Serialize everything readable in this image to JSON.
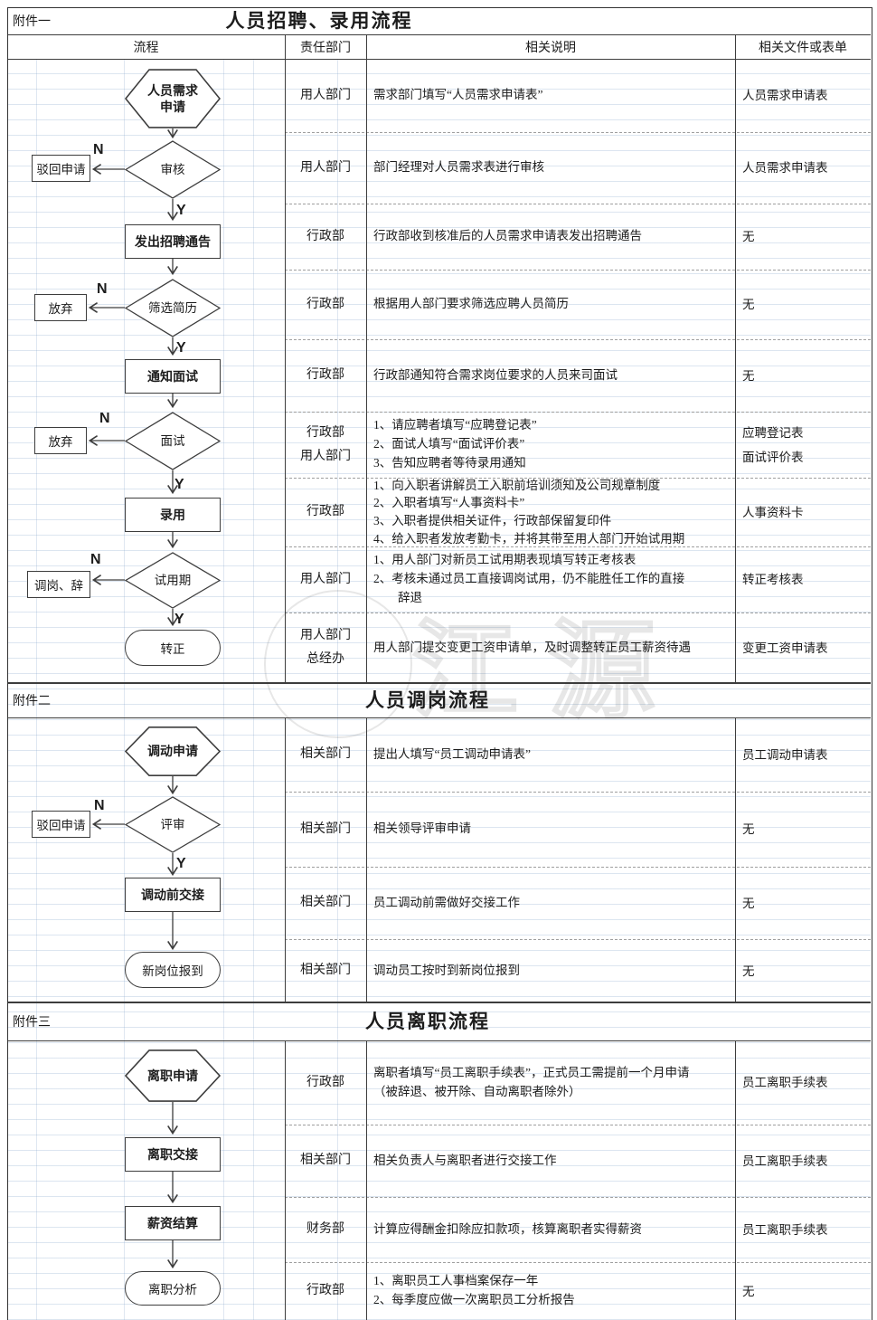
{
  "flow": {
    "yes": "Y",
    "no": "N"
  },
  "watermark": "江源",
  "a1": {
    "label": "附件一",
    "title": "人员招聘、录用流程",
    "headers": [
      "流程",
      "责任部门",
      "相关说明",
      "相关文件或表单"
    ],
    "rows": [
      {
        "shape": "人员需求\n申请",
        "dept": "用人部门",
        "desc": "需求部门填写“人员需求申请表”",
        "doc": "人员需求申请表"
      },
      {
        "shape": "审核",
        "reject": "驳回申请",
        "dept": "用人部门",
        "desc": "部门经理对人员需求表进行审核",
        "doc": "人员需求申请表"
      },
      {
        "shape": "发出招聘通告",
        "dept": "行政部",
        "desc": "行政部收到核准后的人员需求申请表发出招聘通告",
        "doc": "无"
      },
      {
        "shape": "筛选简历",
        "reject": "放弃",
        "dept": "行政部",
        "desc": "根据用人部门要求筛选应聘人员简历",
        "doc": "无"
      },
      {
        "shape": "通知面试",
        "dept": "行政部",
        "desc": "行政部通知符合需求岗位要求的人员来司面试",
        "doc": "无"
      },
      {
        "shape": "面试",
        "reject": "放弃",
        "dept": "行政部\n用人部门",
        "desc": "1、请应聘者填写“应聘登记表”\n2、面试人填写“面试评价表”\n3、告知应聘者等待录用通知",
        "doc": "应聘登记表\n面试评价表"
      },
      {
        "shape": "录用",
        "dept": "行政部",
        "desc": "1、向入职者讲解员工入职前培训须知及公司规章制度\n2、入职者填写“人事资料卡”\n3、入职者提供相关证件，行政部保留复印件\n4、给入职者发放考勤卡，并将其带至用人部门开始试用期",
        "doc": "人事资料卡"
      },
      {
        "shape": "试用期",
        "reject": "调岗、辞",
        "dept": "用人部门",
        "desc": "1、用人部门对新员工试用期表现填写转正考核表\n2、考核未通过员工直接调岗试用，仍不能胜任工作的直接\n　　辞退",
        "doc": "转正考核表"
      },
      {
        "shape": "转正",
        "dept": "用人部门\n总经办",
        "desc": "用人部门提交变更工资申请单，及时调整转正员工薪资待遇",
        "doc": "变更工资申请表"
      }
    ]
  },
  "a2": {
    "label": "附件二",
    "title": "人员调岗流程",
    "rows": [
      {
        "shape": "调动申请",
        "dept": "相关部门",
        "desc": "提出人填写“员工调动申请表”",
        "doc": "员工调动申请表"
      },
      {
        "shape": "评审",
        "reject": "驳回申请",
        "dept": "相关部门",
        "desc": "相关领导评审申请",
        "doc": "无"
      },
      {
        "shape": "调动前交接",
        "dept": "相关部门",
        "desc": "员工调动前需做好交接工作",
        "doc": "无"
      },
      {
        "shape": "新岗位报到",
        "dept": "相关部门",
        "desc": "调动员工按时到新岗位报到",
        "doc": "无"
      }
    ]
  },
  "a3": {
    "label": "附件三",
    "title": "人员离职流程",
    "rows": [
      {
        "shape": "离职申请",
        "dept": "行政部",
        "desc": "离职者填写“员工离职手续表”，正式员工需提前一个月申请\n（被辞退、被开除、自动离职者除外）",
        "doc": "员工离职手续表"
      },
      {
        "shape": "离职交接",
        "dept": "相关部门",
        "desc": "相关负责人与离职者进行交接工作",
        "doc": "员工离职手续表"
      },
      {
        "shape": "薪资结算",
        "dept": "财务部",
        "desc": "计算应得酬金扣除应扣款项，核算离职者实得薪资",
        "doc": "员工离职手续表"
      },
      {
        "shape": "离职分析",
        "dept": "行政部",
        "desc": "1、离职员工人事档案保存一年\n2、每季度应做一次离职员工分析报告",
        "doc": "无"
      }
    ]
  }
}
